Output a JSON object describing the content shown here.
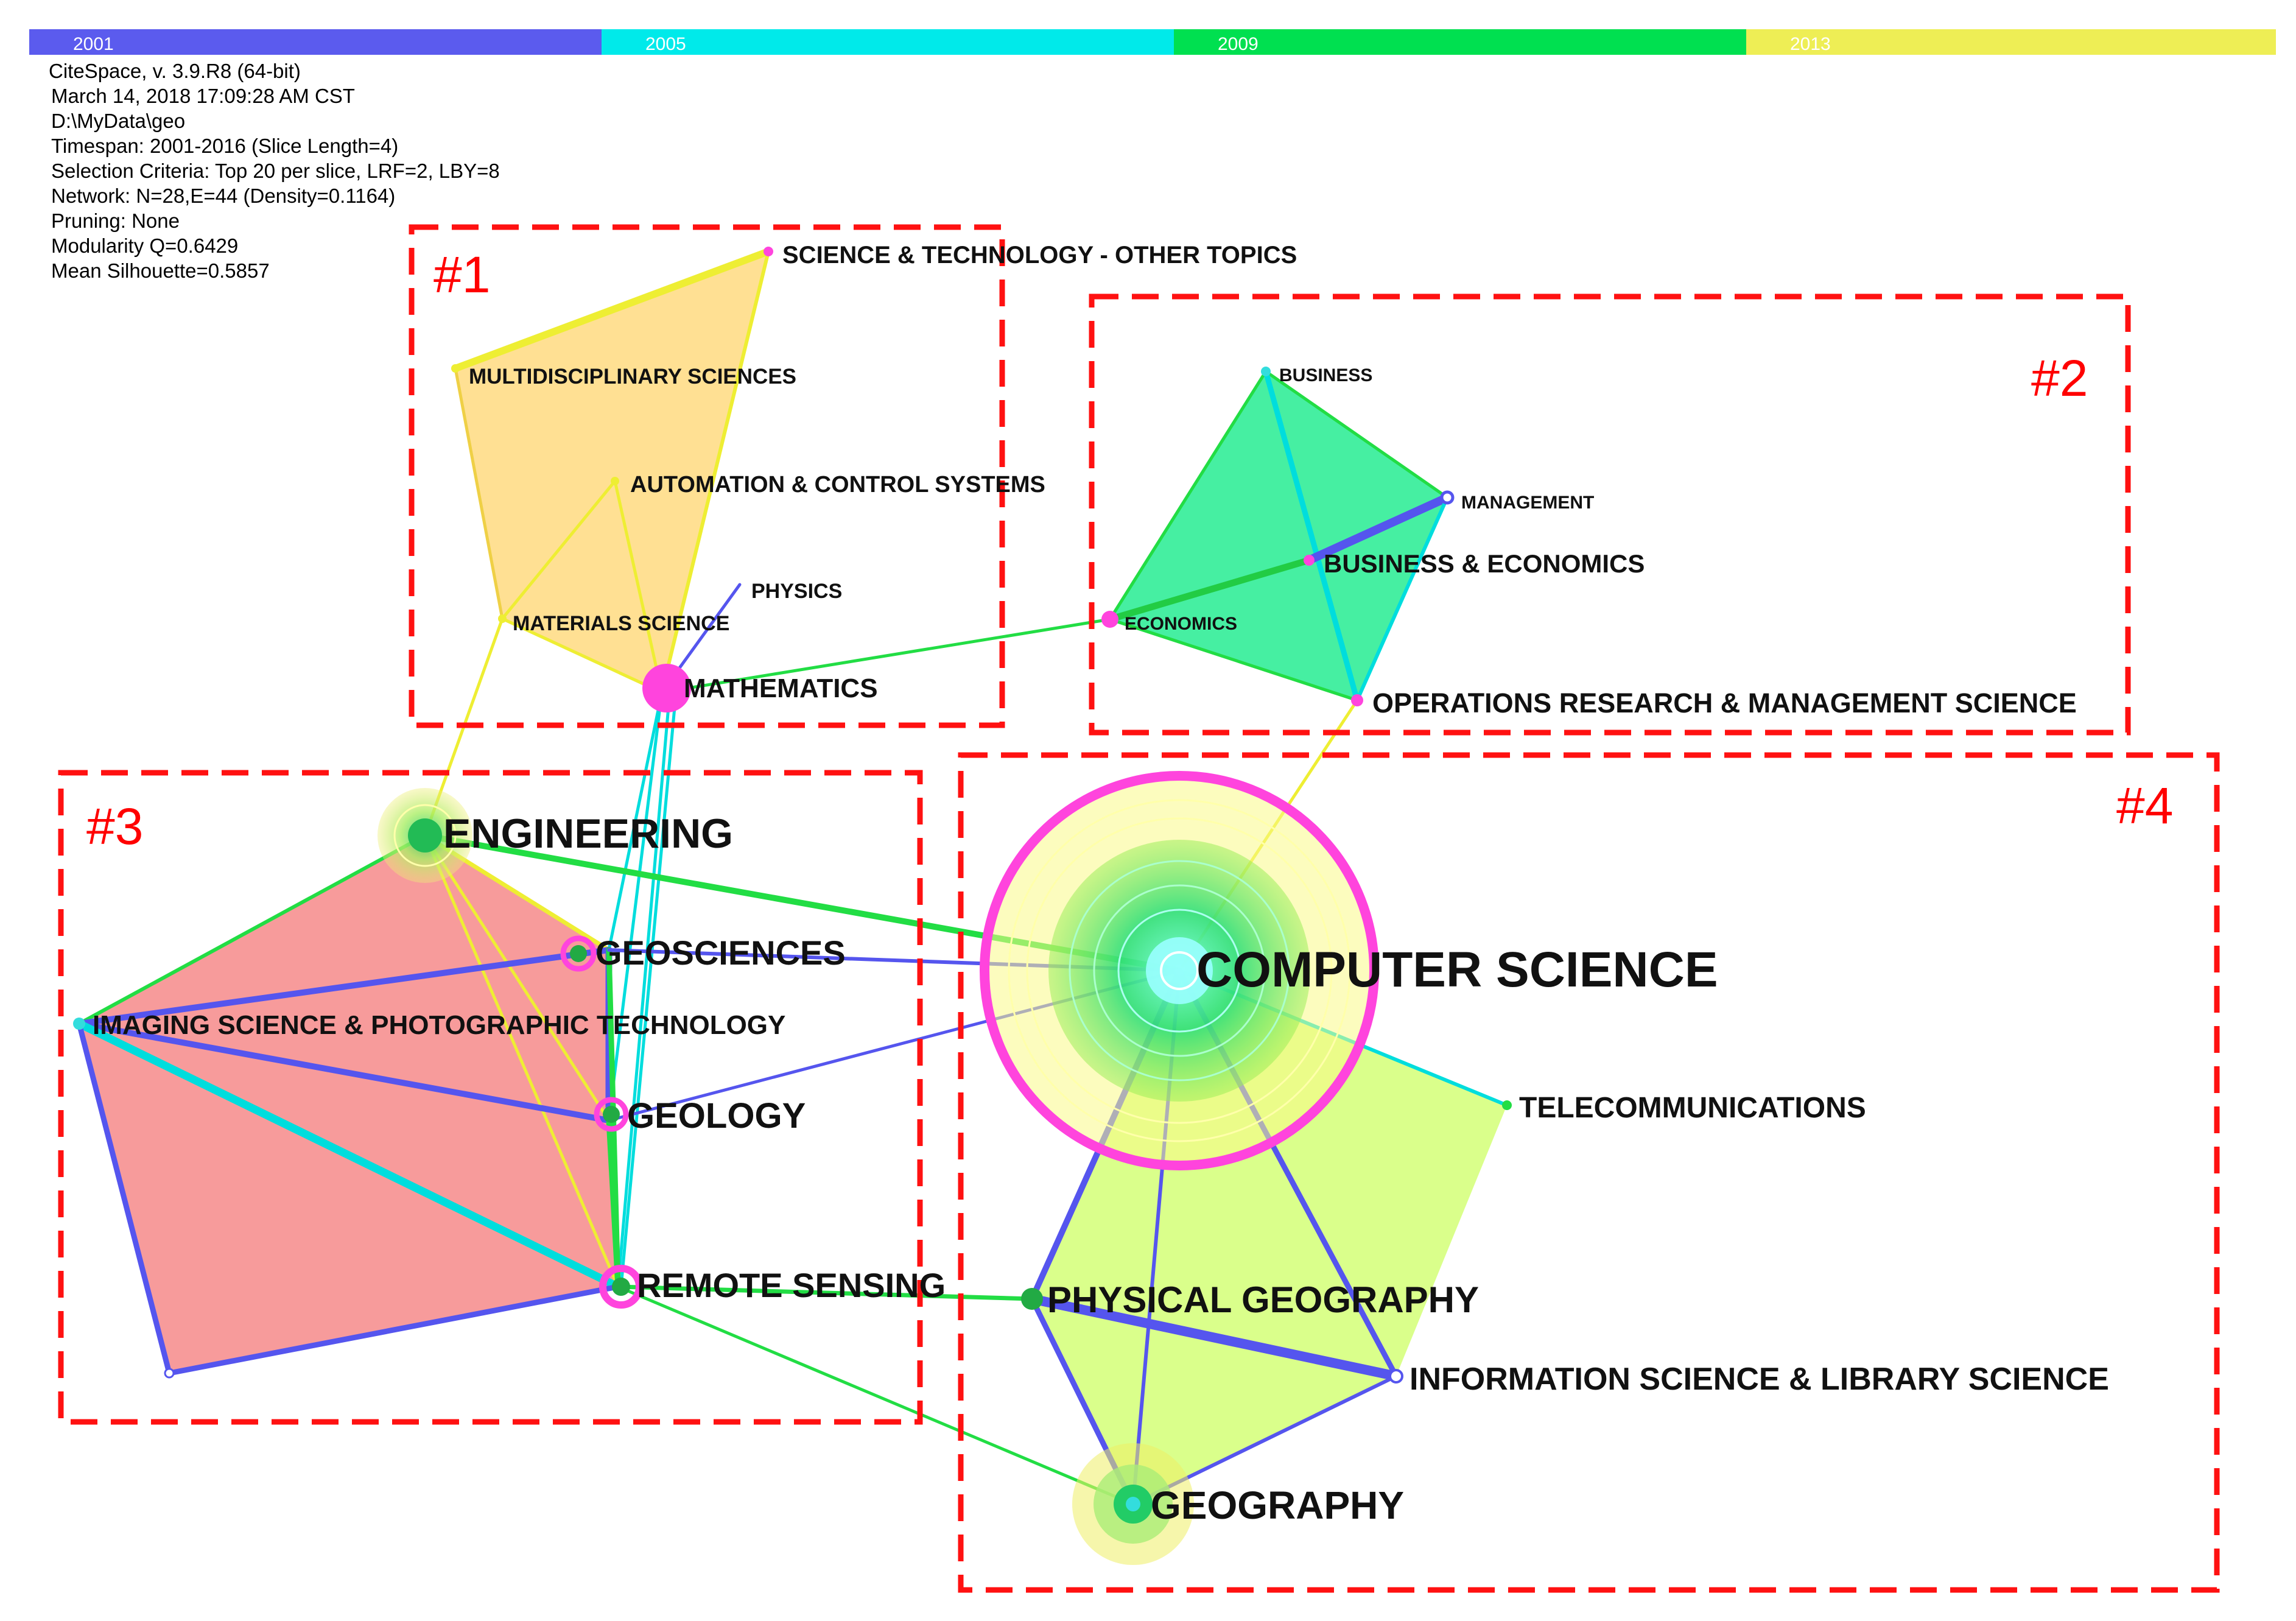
{
  "timeline": {
    "years": [
      "2001",
      "2005",
      "2009",
      "2013"
    ],
    "colors": [
      "#5b5bee",
      "#00eaea",
      "#00e050",
      "#eeee55"
    ]
  },
  "info": {
    "lines": [
      "CiteSpace, v. 3.9.R8 (64-bit)",
      "March 14, 2018 17:09:28 AM CST",
      "D:\\MyData\\geo",
      "Timespan: 2001-2016 (Slice Length=4)",
      "Selection Criteria: Top 20 per slice, LRF=2, LBY=8",
      "Network: N=28,E=44 (Density=0.1164)",
      "Pruning: None",
      "Modularity Q=0.6429",
      "Mean Silhouette=0.5857"
    ]
  },
  "clusters": [
    {
      "id": "cluster-1",
      "tag": "#1"
    },
    {
      "id": "cluster-2",
      "tag": "#2"
    },
    {
      "id": "cluster-3",
      "tag": "#3"
    },
    {
      "id": "cluster-4",
      "tag": "#4"
    }
  ],
  "nodes": {
    "science_technology_other": "SCIENCE & TECHNOLOGY - OTHER TOPICS",
    "multidisciplinary_sciences": "MULTIDISCIPLINARY SCIENCES",
    "automation_control": "AUTOMATION & CONTROL SYSTEMS",
    "physics": "PHYSICS",
    "materials_science": "MATERIALS SCIENCE",
    "mathematics": "MATHEMATICS",
    "business": "BUSINESS",
    "management": "MANAGEMENT",
    "business_economics": "BUSINESS & ECONOMICS",
    "economics": "ECONOMICS",
    "operations_research": "OPERATIONS RESEARCH & MANAGEMENT SCIENCE",
    "engineering": "ENGINEERING",
    "geosciences": "GEOSCIENCES",
    "imaging_science": "IMAGING SCIENCE & PHOTOGRAPHIC TECHNOLOGY",
    "geology": "GEOLOGY",
    "remote_sensing": "REMOTE SENSING",
    "computer_science": "COMPUTER SCIENCE",
    "telecommunications": "TELECOMMUNICATIONS",
    "physical_geography": "PHYSICAL GEOGRAPHY",
    "information_science": "INFORMATION SCIENCE & LIBRARY SCIENCE",
    "geography": "GEOGRAPHY"
  },
  "colors": {
    "cluster_box": "#ff1111",
    "cluster1_fill": "#ffdd88",
    "cluster2_fill": "#33ee99",
    "cluster3_fill": "#f47a7a",
    "cluster4_fill": "#d4ff77",
    "centrality_ring": "#ff44dd",
    "edge_blue": "#5555ee",
    "edge_cyan": "#00dddd",
    "edge_green": "#22dd44",
    "edge_yellow": "#eeee33"
  }
}
